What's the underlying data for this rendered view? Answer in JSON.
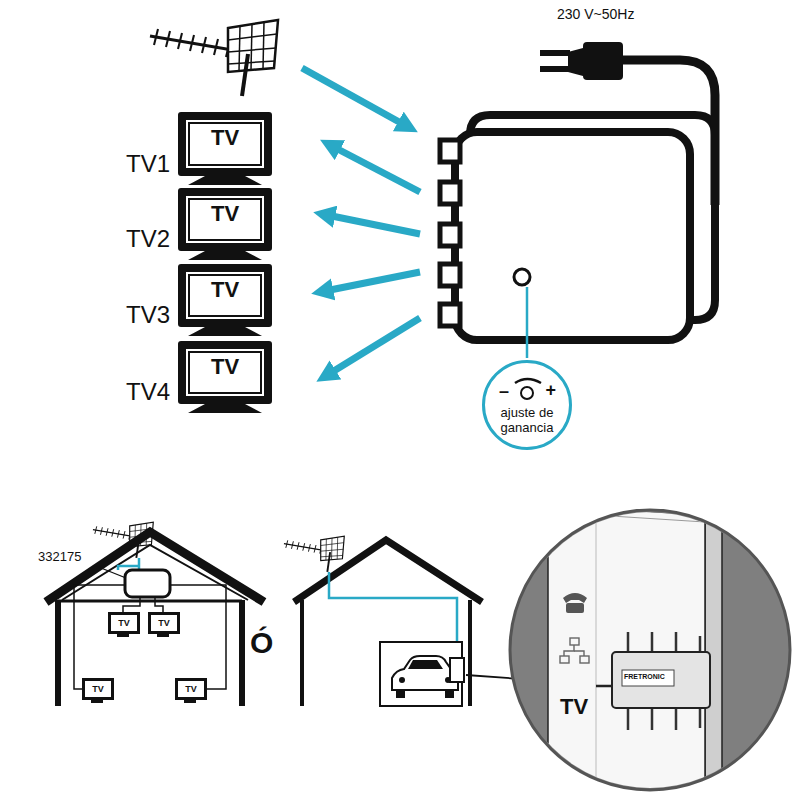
{
  "diagram": {
    "nodes": [
      {
        "text": [
          "TV1",
          "TV"
        ]
      },
      {
        "text": [
          "TV2",
          "TV"
        ]
      },
      {
        "text": [
          "TV3",
          "TV"
        ]
      },
      {
        "text": [
          "TV4",
          "TV"
        ]
      },
      {
        "text": [
          "–",
          "+",
          "ajuste de ganancia"
        ]
      },
      {
        "text": [
          "TV"
        ]
      },
      {
        "text": [
          "TV"
        ]
      },
      {
        "text": [
          "TV"
        ]
      },
      {
        "text": [
          "TV"
        ]
      }
    ],
    "labels": [
      "230 V~50Hz",
      "332175",
      "Ó",
      "TV",
      "FRETRONIC"
    ]
  }
}
